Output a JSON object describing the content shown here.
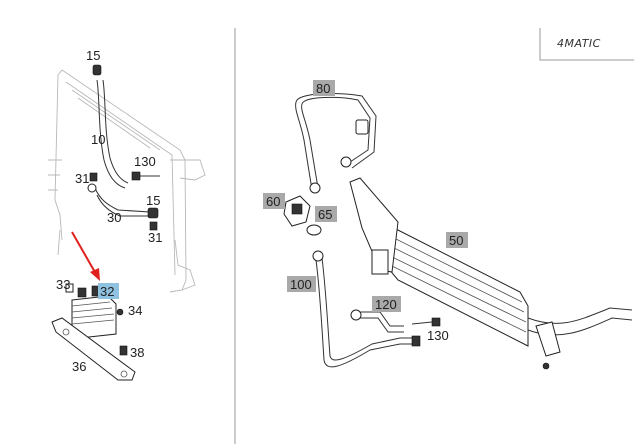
{
  "logo": {
    "text": "4MATIC"
  },
  "callouts": {
    "c15a": "15",
    "c10": "10",
    "c130a": "130",
    "c31a": "31",
    "c15b": "15",
    "c30": "30",
    "c31b": "31",
    "c33": "33",
    "c32": "32",
    "c34": "34",
    "c36": "36",
    "c38": "38",
    "c80": "80",
    "c60": "60",
    "c65": "65",
    "c50": "50",
    "c100": "100",
    "c120": "120",
    "c130b": "130"
  },
  "colors": {
    "highlight_badge": "#8fc1e0",
    "gray_badge": "#a9a9a9",
    "arrow": "#e0201c"
  }
}
